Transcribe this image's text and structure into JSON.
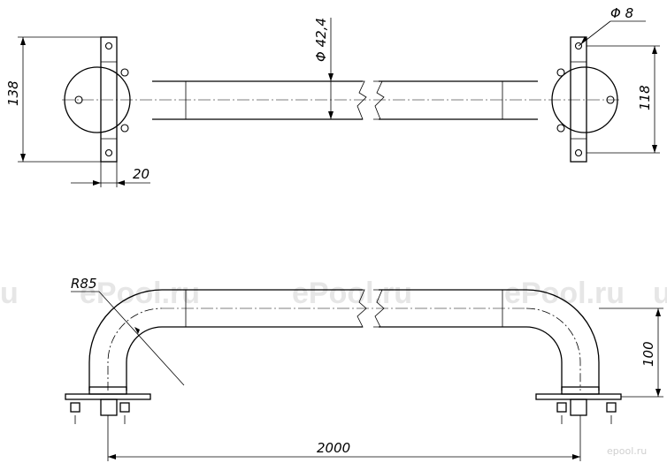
{
  "dimensions": {
    "tube_diameter": "Φ 42,4",
    "hole_diameter": "Φ 8",
    "flange_height": "138",
    "hole_spacing": "118",
    "flange_width": "20",
    "bend_radius": "R85",
    "height": "100",
    "length": "2000"
  },
  "watermark": {
    "text_1": "u",
    "text_2": "ePool.ru",
    "text_3": "ePool.ru",
    "text_4": "ePool.ru",
    "text_5": "u",
    "brand": "epool.ru"
  },
  "colors": {
    "line": "#000000",
    "watermark": "#e6e6e6"
  }
}
